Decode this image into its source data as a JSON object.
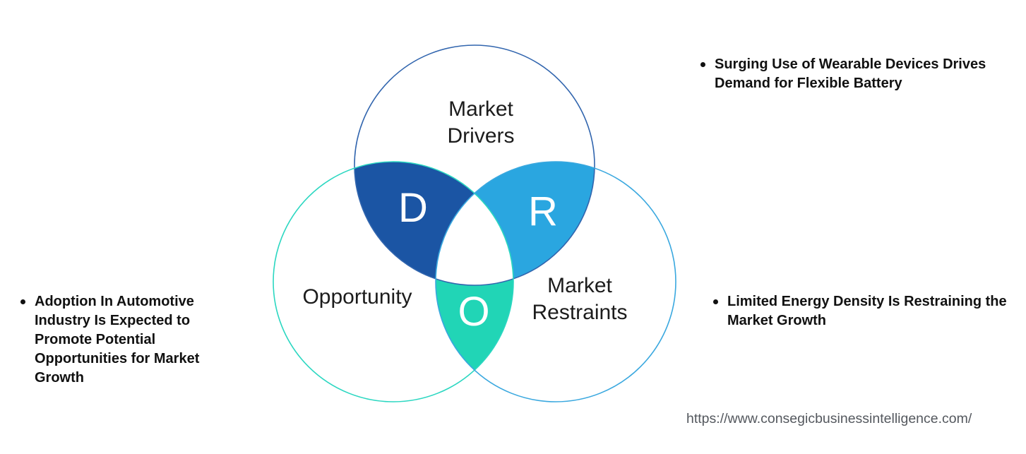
{
  "venn": {
    "labels": {
      "drivers": "Market Drivers",
      "opportunity": "Opportunity",
      "restraints": "Market Restraints"
    },
    "letters": {
      "drivers": "D",
      "restraints": "R",
      "opportunity": "O"
    }
  },
  "annotations": {
    "drivers_note": "Surging Use of Wearable Devices Drives Demand for Flexible Battery",
    "opportunity_note": "Adoption In Automotive Industry Is Expected to Promote Potential Opportunities for Market Growth",
    "restraints_note": "Limited Energy Density Is Restraining the Market Growth"
  },
  "footer": {
    "source_url": "https://www.consegicbusinessintelligence.com/"
  },
  "colors": {
    "background": "#ffffff",
    "drivers_circle_stroke": "#3165ae",
    "opportunity_circle_stroke": "#2bd7c1",
    "restraints_circle_stroke": "#3aa8df",
    "drivers_overlap_fill": "#1b55a4",
    "restraints_overlap_fill": "#2aa6e0",
    "opportunity_overlap_fill": "#21d5b6",
    "triple_overlap_fill": "#ffffff",
    "letter_color": "#ffffff",
    "label_color": "#1c1c1c",
    "bullet_text_color": "#111111",
    "url_color": "#54585e"
  }
}
